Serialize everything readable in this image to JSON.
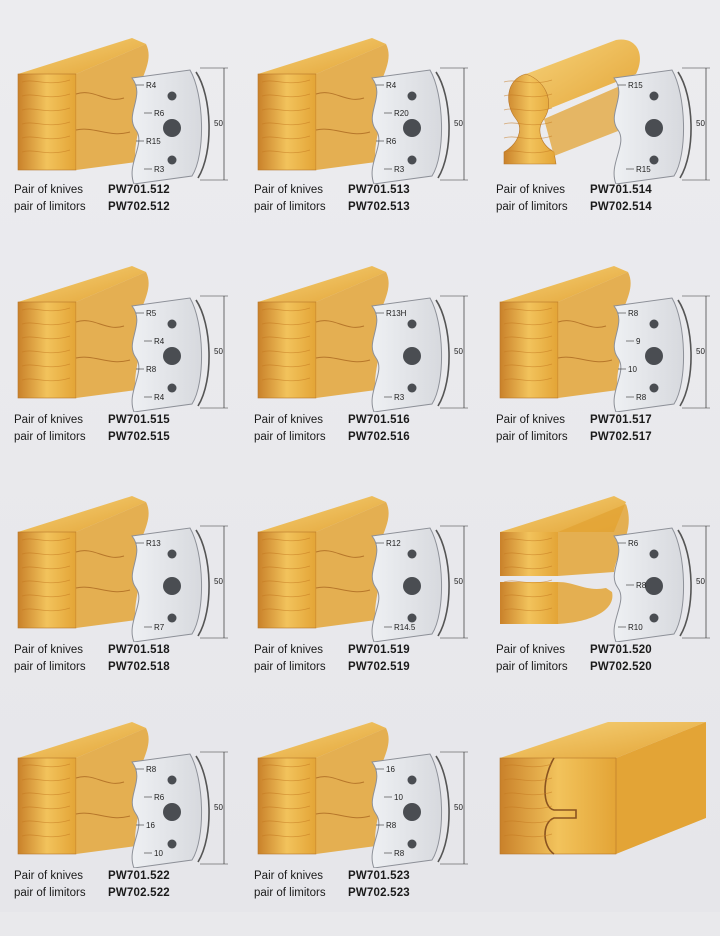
{
  "captions": {
    "knives_label": "Pair of knives",
    "limitors_label": "pair of limitors"
  },
  "dimension_label": "50",
  "products": [
    {
      "knife_code": "PW701.512",
      "limitor_code": "PW702.512",
      "labels": [
        "R4",
        "R6",
        "R15",
        "R3"
      ],
      "profile": "ogee"
    },
    {
      "knife_code": "PW701.513",
      "limitor_code": "PW702.513",
      "labels": [
        "R4",
        "R20",
        "R6",
        "R3"
      ],
      "profile": "cove-bead"
    },
    {
      "knife_code": "PW701.514",
      "limitor_code": "PW702.514",
      "labels": [
        "R15",
        "R15"
      ],
      "profile": "handrail"
    },
    {
      "knife_code": "PW701.515",
      "limitor_code": "PW702.515",
      "labels": [
        "R5",
        "R4",
        "R8",
        "R4"
      ],
      "profile": "step"
    },
    {
      "knife_code": "PW701.516",
      "limitor_code": "PW702.516",
      "labels": [
        "R13H",
        "R3"
      ],
      "profile": "nosing"
    },
    {
      "knife_code": "PW701.517",
      "limitor_code": "PW702.517",
      "labels": [
        "R8",
        "9",
        "10",
        "R8"
      ],
      "profile": "groove"
    },
    {
      "knife_code": "PW701.518",
      "limitor_code": "PW702.518",
      "labels": [
        "R13",
        "R7"
      ],
      "profile": "cove"
    },
    {
      "knife_code": "PW701.519",
      "limitor_code": "PW702.519",
      "labels": [
        "R12",
        "R14.5"
      ],
      "profile": "round"
    },
    {
      "knife_code": "PW701.520",
      "limitor_code": "PW702.520",
      "labels": [
        "R6",
        "R8",
        "R10"
      ],
      "profile": "double"
    },
    {
      "knife_code": "PW701.522",
      "limitor_code": "PW702.522",
      "labels": [
        "R8",
        "R6",
        "16",
        "10"
      ],
      "profile": "tongue"
    },
    {
      "knife_code": "PW701.523",
      "limitor_code": "PW702.523",
      "labels": [
        "16",
        "10",
        "R8",
        "R8"
      ],
      "profile": "tongue2"
    },
    {
      "knife_code": "",
      "limitor_code": "",
      "labels": [],
      "profile": "joint"
    }
  ],
  "colors": {
    "wood_light": "#f2c35c",
    "wood_mid": "#e3a436",
    "wood_dark": "#c9812a",
    "steel": "#d7d9de",
    "steel_edge": "#8d9098"
  }
}
